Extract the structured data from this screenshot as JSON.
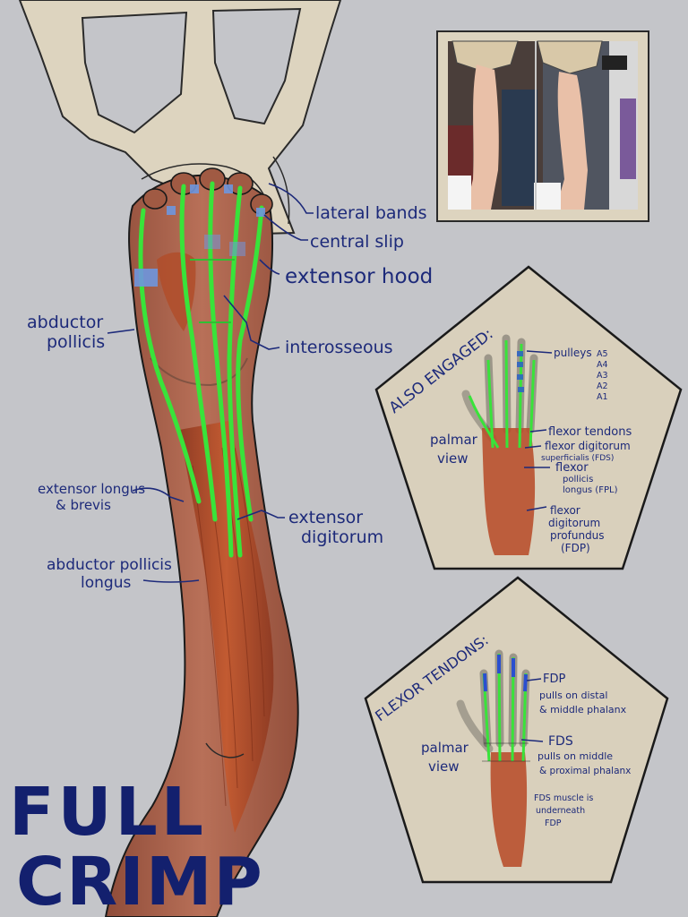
{
  "title": {
    "line1": "FULL",
    "line2": "CRIMP"
  },
  "arm_labels": {
    "lateral_bands": "lateral bands",
    "central_slip": "central slip",
    "extensor_hood": "extensor hood",
    "abductor_pollicis": {
      "line1": "abductor",
      "line2": "pollicis"
    },
    "interosseous": "interosseous",
    "extensor_longus_brevis": {
      "line1": "extensor longus",
      "line2": "& brevis"
    },
    "extensor_digitorum": {
      "line1": "extensor",
      "line2": "digitorum"
    },
    "abductor_pollicis_longus": {
      "line1": "abductor pollicis",
      "line2": "longus"
    }
  },
  "panel_also": {
    "heading": "ALSO ENGAGED:",
    "pulleys": {
      "label": "pulleys",
      "items": [
        "A5",
        "A4",
        "A3",
        "A2",
        "A1"
      ]
    },
    "palmar_view": {
      "line1": "palmar",
      "line2": "view"
    },
    "flexor_tendons": "flexor tendons",
    "fds": {
      "line1": "flexor digitorum",
      "line2": "superficialis (FDS)"
    },
    "fpl": {
      "line1": "flexor",
      "line2": "pollicis",
      "line3": "longus (FPL)"
    },
    "fdp": {
      "line1": "flexor",
      "line2": "digitorum",
      "line3": "profundus",
      "line4": "(FDP)"
    }
  },
  "panel_flexor": {
    "heading": "FLEXOR TENDONS:",
    "palmar_view": {
      "line1": "palmar",
      "line2": "view"
    },
    "fdp": {
      "line1": "FDP",
      "line2": "pulls on distal",
      "line3": "& middle phalanx"
    },
    "fds": {
      "line1": "FDS",
      "line2": "pulls on middle",
      "line3": "& proximal phalanx"
    },
    "note": {
      "line1": "FDS muscle is",
      "line2": "underneath",
      "line3": "FDP"
    }
  },
  "colors": {
    "background": "#c4c5c9",
    "hold": "#ddd4bf",
    "panel": "#d9d0bc",
    "skin": "#a8614a",
    "muscle": "#b8502e",
    "tendon": "#39e33a",
    "pulley": "#6f96de",
    "ink": "#1d2a7a"
  }
}
